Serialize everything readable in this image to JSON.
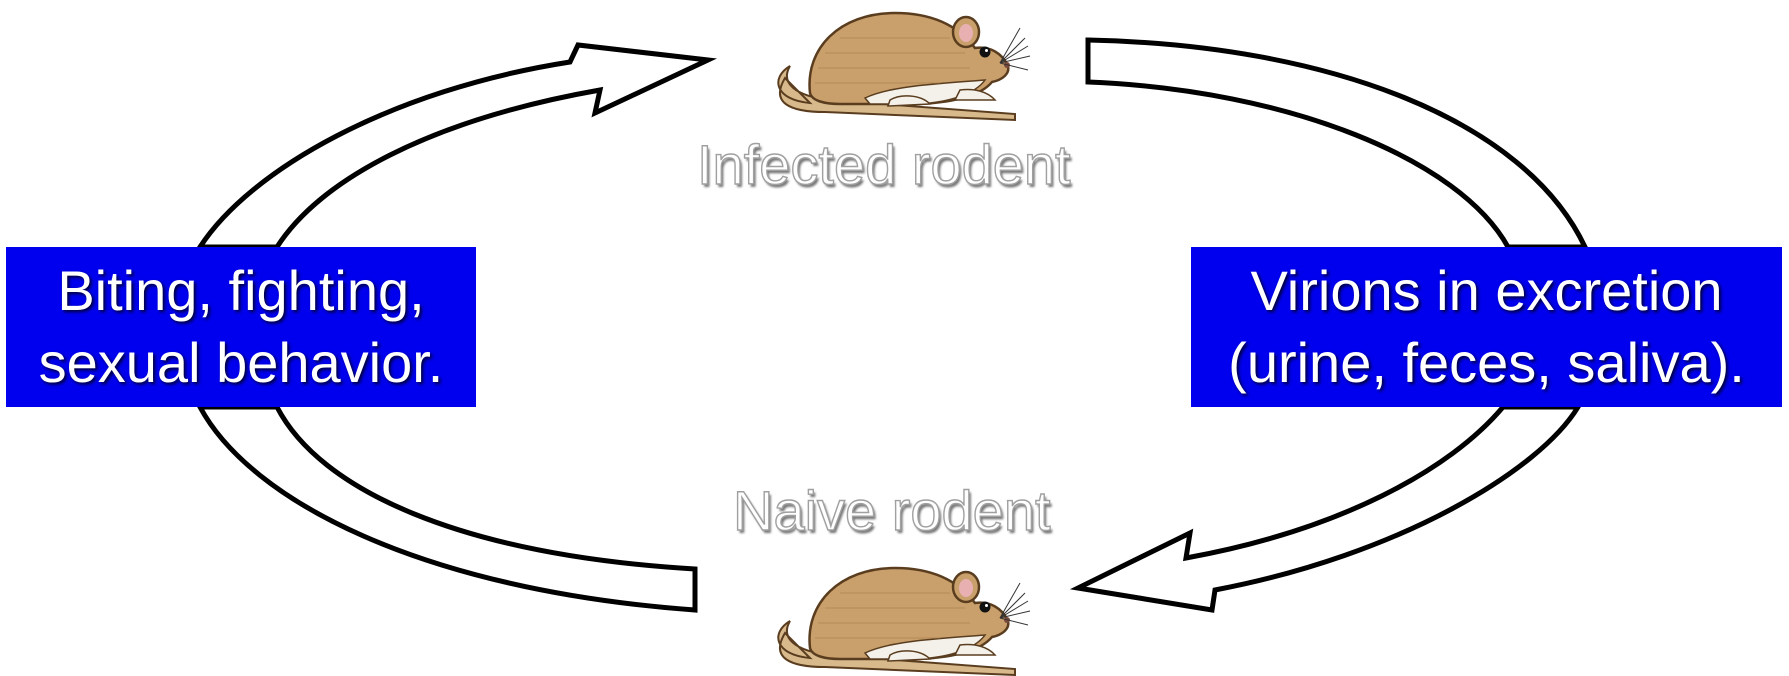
{
  "nodes": {
    "infected_rodent": "Infected rodent",
    "naive_rodent": "Naive rodent"
  },
  "transmission_box": {
    "line1": "Biting, fighting,",
    "line2": "sexual behavior."
  },
  "excretion_box": {
    "line1": "Virions in excretion",
    "line2": "(urine, feces, saliva)."
  },
  "colors": {
    "box_fill": "#0000ee",
    "rodent_fur": "#c9a06b",
    "arrow_fill": "#ffffff",
    "arrow_stroke": "#000000"
  },
  "icons": {
    "rodent": "rodent-illustration",
    "arrow": "curved-arrow"
  }
}
